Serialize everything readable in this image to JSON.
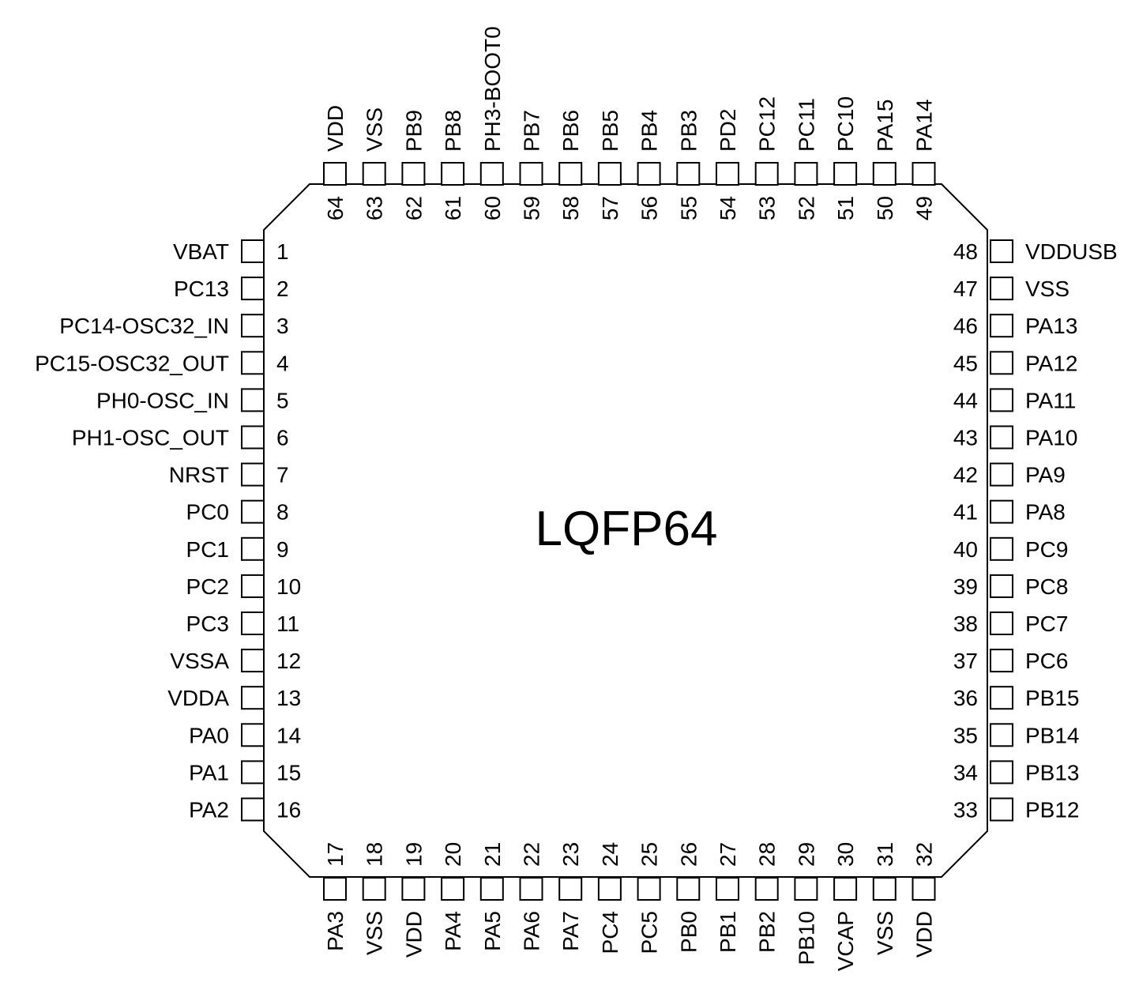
{
  "package": {
    "name": "LQFP64",
    "line_color": "#000000",
    "background": "#ffffff"
  },
  "pins": {
    "left": [
      {
        "num": "1",
        "name": "VBAT"
      },
      {
        "num": "2",
        "name": "PC13"
      },
      {
        "num": "3",
        "name": "PC14-OSC32_IN"
      },
      {
        "num": "4",
        "name": "PC15-OSC32_OUT"
      },
      {
        "num": "5",
        "name": "PH0-OSC_IN"
      },
      {
        "num": "6",
        "name": "PH1-OSC_OUT"
      },
      {
        "num": "7",
        "name": "NRST"
      },
      {
        "num": "8",
        "name": "PC0"
      },
      {
        "num": "9",
        "name": "PC1"
      },
      {
        "num": "10",
        "name": "PC2"
      },
      {
        "num": "11",
        "name": "PC3"
      },
      {
        "num": "12",
        "name": "VSSA"
      },
      {
        "num": "13",
        "name": "VDDA"
      },
      {
        "num": "14",
        "name": "PA0"
      },
      {
        "num": "15",
        "name": "PA1"
      },
      {
        "num": "16",
        "name": "PA2"
      }
    ],
    "bottom": [
      {
        "num": "17",
        "name": "PA3"
      },
      {
        "num": "18",
        "name": "VSS"
      },
      {
        "num": "19",
        "name": "VDD"
      },
      {
        "num": "20",
        "name": "PA4"
      },
      {
        "num": "21",
        "name": "PA5"
      },
      {
        "num": "22",
        "name": "PA6"
      },
      {
        "num": "23",
        "name": "PA7"
      },
      {
        "num": "24",
        "name": "PC4"
      },
      {
        "num": "25",
        "name": "PC5"
      },
      {
        "num": "26",
        "name": "PB0"
      },
      {
        "num": "27",
        "name": "PB1"
      },
      {
        "num": "28",
        "name": "PB2"
      },
      {
        "num": "29",
        "name": "PB10"
      },
      {
        "num": "30",
        "name": "VCAP"
      },
      {
        "num": "31",
        "name": "VSS"
      },
      {
        "num": "32",
        "name": "VDD"
      }
    ],
    "right": [
      {
        "num": "48",
        "name": "VDDUSB"
      },
      {
        "num": "47",
        "name": "VSS"
      },
      {
        "num": "46",
        "name": "PA13"
      },
      {
        "num": "45",
        "name": "PA12"
      },
      {
        "num": "44",
        "name": "PA11"
      },
      {
        "num": "43",
        "name": "PA10"
      },
      {
        "num": "42",
        "name": "PA9"
      },
      {
        "num": "41",
        "name": "PA8"
      },
      {
        "num": "40",
        "name": "PC9"
      },
      {
        "num": "39",
        "name": "PC8"
      },
      {
        "num": "38",
        "name": "PC7"
      },
      {
        "num": "37",
        "name": "PC6"
      },
      {
        "num": "36",
        "name": "PB15"
      },
      {
        "num": "35",
        "name": "PB14"
      },
      {
        "num": "34",
        "name": "PB13"
      },
      {
        "num": "33",
        "name": "PB12"
      }
    ],
    "top": [
      {
        "num": "64",
        "name": "VDD"
      },
      {
        "num": "63",
        "name": "VSS"
      },
      {
        "num": "62",
        "name": "PB9"
      },
      {
        "num": "61",
        "name": "PB8"
      },
      {
        "num": "60",
        "name": "PH3-BOOT0"
      },
      {
        "num": "59",
        "name": "PB7"
      },
      {
        "num": "58",
        "name": "PB6"
      },
      {
        "num": "57",
        "name": "PB5"
      },
      {
        "num": "56",
        "name": "PB4"
      },
      {
        "num": "55",
        "name": "PB3"
      },
      {
        "num": "54",
        "name": "PD2"
      },
      {
        "num": "53",
        "name": "PC12"
      },
      {
        "num": "52",
        "name": "PC11"
      },
      {
        "num": "51",
        "name": "PC10"
      },
      {
        "num": "50",
        "name": "PA15"
      },
      {
        "num": "49",
        "name": "PA14"
      }
    ]
  }
}
